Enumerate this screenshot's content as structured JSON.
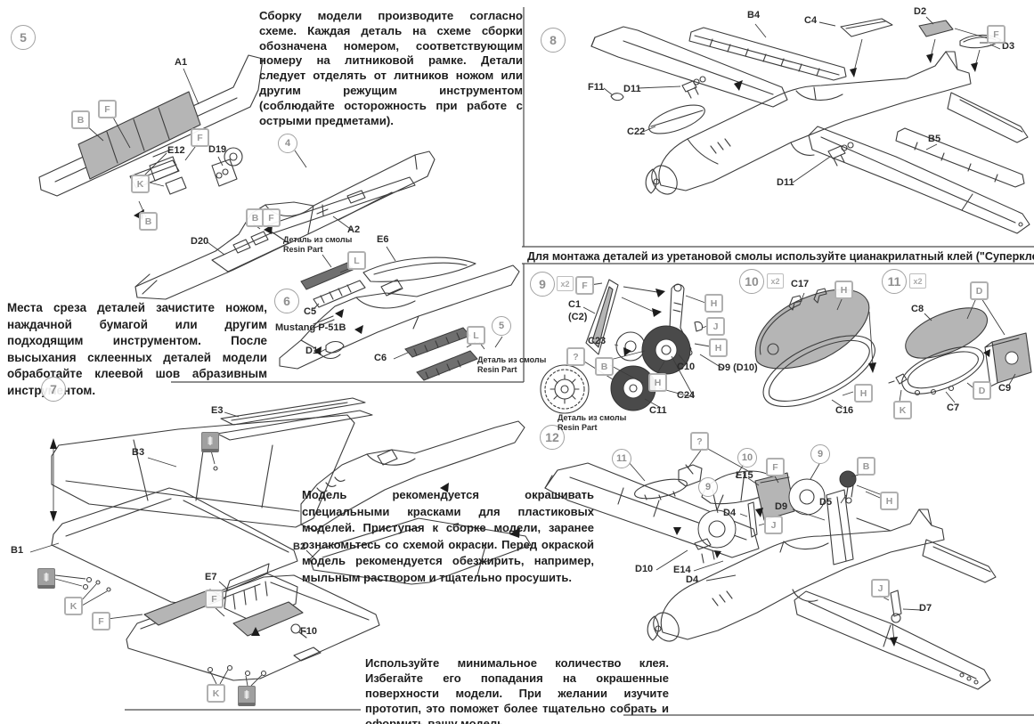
{
  "document": "model-kit-assembly-instructions",
  "language": "ru",
  "colors": {
    "line": "#3c3c3c",
    "grey_fill": "#b5b5b5",
    "dark_fill": "#6f6f6f",
    "badge_grey": "#9a9a9a",
    "text": "#1d1d1d"
  },
  "paragraphs": {
    "assembly": "Сборку модели производите согласно схеме. Каждая деталь на схеме сборки обозначена номером, соответствующим номеру на литниковой рамке. Детали следует отделять от литников ножом или другим режущим инструментом (соблюдайте осторожность при работе с острыми предметами).",
    "sanding": "Места среза деталей зачистите ножом, наждачной бумагой или другим подходящим инструментом. После высыхания склеенных деталей модели обработайте клеевой шов абразивным инструментом.",
    "resin": "Для монтажа деталей из уретановой смолы используйте цианакрилатный клей (\"Суперклей\").",
    "paint": "Модель рекомендуется окрашивать специальными красками для пластиковых моделей. Приступая к сборке модели, заранее ознакомьтесь со схемой окраски. Перед окраской модель рекомендуется обезжирить, например, мыльным раствором и тщательно просушить.",
    "glue": "Используйте минимальное количество клея. Избегайте его попадания на окрашенные поверхности модели. При желании изучите прототип, это поможет более тщательно собрать и оформить вашу модель."
  },
  "resin_note_l1": "Деталь из смолы",
  "resin_note_l2": "Resin Part",
  "steps": {
    "s5": {
      "num": "5",
      "ref": "4",
      "A1": "A1",
      "E12": "E12",
      "D19": "D19",
      "D20": "D20",
      "A2": "A2",
      "bB1": "B",
      "bF1": "F",
      "bF2": "F",
      "bK": "K",
      "bB2": "B",
      "bB3": "B",
      "bF3": "F"
    },
    "s6": {
      "num": "6",
      "ref": "5",
      "C5": "C5",
      "model": "Mustang P-51B",
      "D1": "D1",
      "C6": "C6",
      "E6": "E6",
      "bL1": "L",
      "bL2": "L"
    },
    "s7": {
      "num": "7",
      "E3": "E3",
      "B3": "B3",
      "B1": "B1",
      "B2": "B2",
      "E7": "E7",
      "F10": "F10",
      "bK1": "K",
      "bF1": "F",
      "bF2": "F",
      "bK2": "K"
    },
    "s8": {
      "num": "8",
      "B4": "B4",
      "C4": "C4",
      "D2": "D2",
      "D3": "D3",
      "F11": "F11",
      "D11a": "D11",
      "C22": "C22",
      "B5": "B5",
      "D11b": "D11",
      "bF": "F"
    },
    "s9": {
      "num": "9",
      "mult": "x2",
      "C1": "C1",
      "C2": "(C2)",
      "C23": "C23",
      "C10": "C10",
      "D9": "D9 (D10)",
      "C24": "C24",
      "C11": "C11",
      "bF": "F",
      "bH1": "H",
      "bJ": "J",
      "bH2": "H",
      "bQ": "?",
      "bB": "B",
      "bH3": "H"
    },
    "s10": {
      "num": "10",
      "mult": "x2",
      "C17": "C17",
      "C16": "C16",
      "bH1": "H",
      "bH2": "H"
    },
    "s11": {
      "num": "11",
      "mult": "x2",
      "C8": "C8",
      "C9": "C9",
      "C7": "C7",
      "bD1": "D",
      "bD2": "D",
      "bK": "K"
    },
    "s12": {
      "num": "12",
      "ref11": "11",
      "ref10": "10",
      "ref9a": "9",
      "ref9b": "9",
      "E15": "E15",
      "D4a": "D4",
      "D9": "D9",
      "D5": "D5",
      "D10": "D10",
      "E14": "E14",
      "D4b": "D4",
      "D7": "D7",
      "bQ": "?",
      "bF": "F",
      "bJ1": "J",
      "bB": "B",
      "bH": "H",
      "bJ2": "J"
    }
  }
}
